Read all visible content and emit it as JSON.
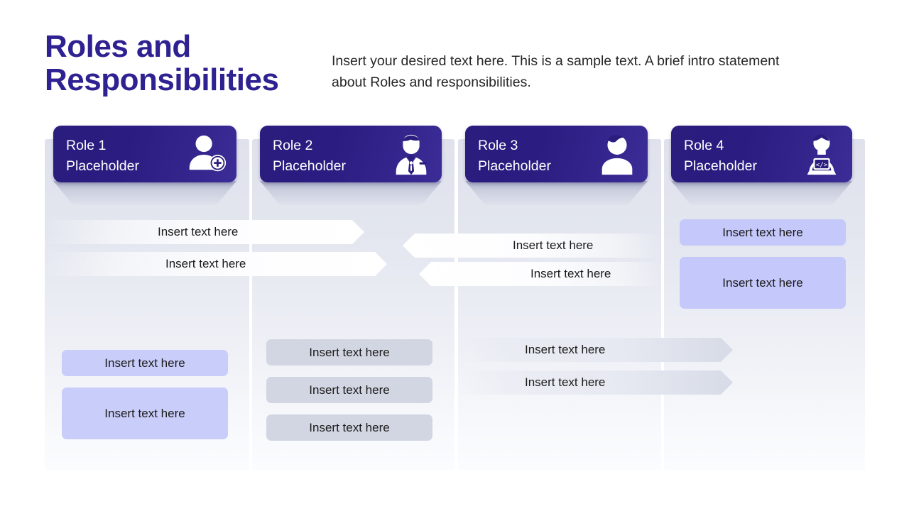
{
  "slide": {
    "title": "Roles and\nResponsibilities",
    "intro": "Insert your desired text here. This is a sample text. A brief intro statement about Roles and responsibilities.",
    "title_color": "#2E2191",
    "card_color": "#2B1D7E",
    "accent_lavender": "#C5C8FA",
    "accent_gray": "#D2D6E2"
  },
  "columns": [
    {
      "id": "role-1",
      "header": "Role 1\nPlaceholder",
      "icon": "user-add-icon",
      "items": [
        {
          "label": "Insert text here",
          "style": "arrow-right-white"
        },
        {
          "label": "Insert text here",
          "style": "arrow-right-white"
        },
        {
          "label": "Insert text here",
          "style": "pill-lavender"
        },
        {
          "label": "Insert text here",
          "style": "pill-lavender"
        }
      ]
    },
    {
      "id": "role-2",
      "header": "Role 2\nPlaceholder",
      "icon": "businessman-tie-icon",
      "items": [
        {
          "label": "Insert text here",
          "style": "pill-gray"
        },
        {
          "label": "Insert text here",
          "style": "pill-gray"
        },
        {
          "label": "Insert text here",
          "style": "pill-gray"
        }
      ]
    },
    {
      "id": "role-3",
      "header": "Role 3\nPlaceholder",
      "icon": "person-silhouette-icon",
      "items": [
        {
          "label": "Insert text here",
          "style": "arrow-left-white"
        },
        {
          "label": "Insert text here",
          "style": "arrow-left-white"
        },
        {
          "label": "Insert text here",
          "style": "arrow-right-gray"
        },
        {
          "label": "Insert text here",
          "style": "arrow-right-gray"
        }
      ]
    },
    {
      "id": "role-4",
      "header": "Role 4\nPlaceholder",
      "icon": "developer-laptop-code-icon",
      "items": [
        {
          "label": "Insert text here",
          "style": "pill-lavender"
        },
        {
          "label": "Insert text here",
          "style": "pill-lavender"
        }
      ]
    }
  ]
}
